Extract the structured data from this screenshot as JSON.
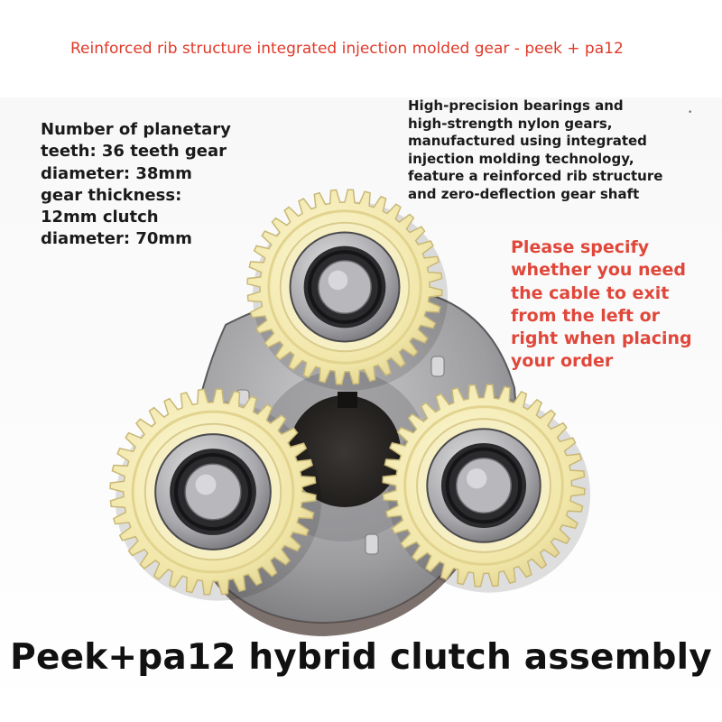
{
  "headline": "Reinforced rib structure integrated injection molded gear - peek + pa12",
  "specs_lines": [
    "Number of planetary",
    "teeth: 36 teeth gear",
    "diameter: 38mm",
    "gear thickness:",
    "12mm clutch",
    "diameter: 70mm"
  ],
  "features_lines": [
    "High-precision bearings and",
    "high-strength nylon gears,",
    "manufactured using integrated",
    "injection molding technology,",
    "feature a reinforced rib structure",
    "and zero-deflection gear shaft"
  ],
  "notice_lines": [
    "Please specify",
    "whether you need",
    "the cable to exit",
    "from the left or",
    "right when placing",
    "your order"
  ],
  "caption": "Peek+pa12 hybrid clutch assembly",
  "colors": {
    "headline_red": "#e03a2a",
    "notice_red": "#e0473a",
    "gear_ivory": "#f3eab0",
    "steel": "#9a9a9c"
  },
  "photo": {
    "subject": "planetary-clutch-assembly",
    "gear_count": 3,
    "teeth_per_gear": 36
  }
}
